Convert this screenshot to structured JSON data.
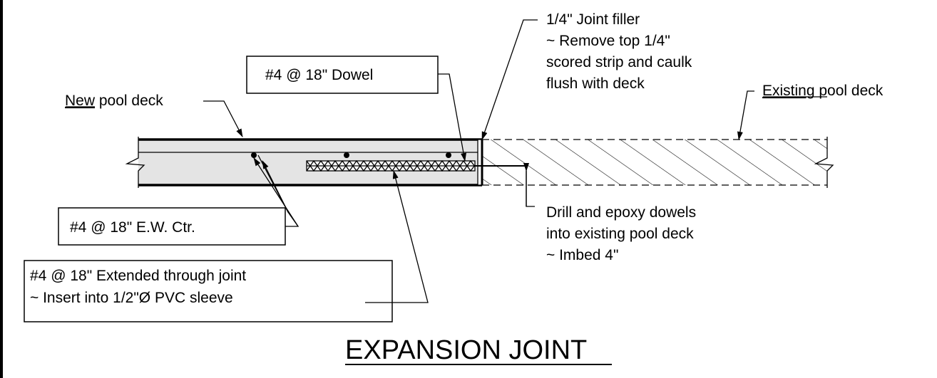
{
  "title": "EXPANSION JOINT",
  "labels": {
    "new_deck_underlined": "New",
    "new_deck_rest": " pool deck",
    "existing_deck_underlined": "Existing",
    "existing_deck_rest": " pool deck",
    "dowel": "#4 @ 18\" Dowel",
    "filler_1": "1/4\" Joint filler",
    "filler_2": "~ Remove top 1/4\"",
    "filler_3": "scored strip and caulk",
    "filler_4": "flush with deck",
    "ew_ctr": "#4 @ 18\" E.W. Ctr.",
    "extended_1": "#4 @ 18\" Extended through joint",
    "extended_2": "~ Insert into 1/2\"Ø PVC sleeve",
    "drill_1": "Drill and epoxy dowels",
    "drill_2": "into existing pool deck",
    "drill_3": "~ Imbed 4\""
  }
}
